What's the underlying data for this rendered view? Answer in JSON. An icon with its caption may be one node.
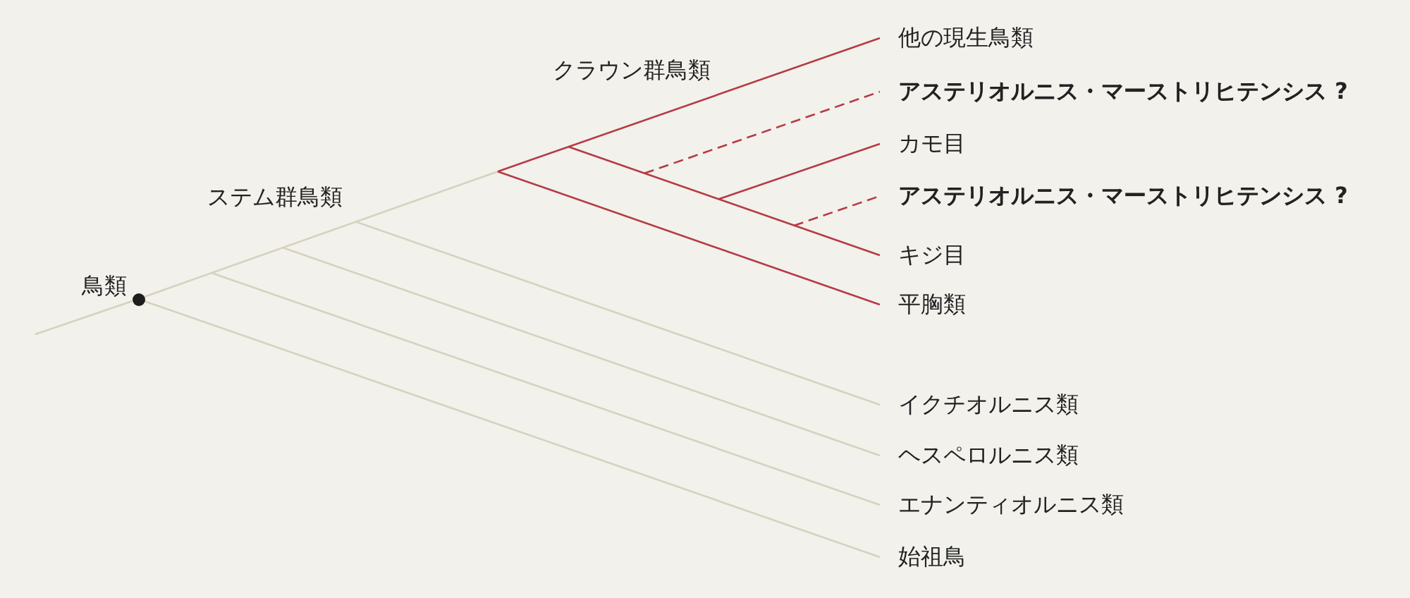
{
  "diagram": {
    "nodes": [
      {
        "text": [
          "他の現生鳥類"
        ]
      },
      {
        "text": [
          "アステリオルニス・マーストリヒテンシス ?"
        ]
      },
      {
        "text": [
          "カモ目"
        ]
      },
      {
        "text": [
          "アステリオルニス・マーストリヒテンシス ?"
        ]
      },
      {
        "text": [
          "キジ目"
        ]
      },
      {
        "text": [
          "平胸類"
        ]
      },
      {
        "text": [
          "イクチオルニス類"
        ]
      },
      {
        "text": [
          "ヘスペロルニス類"
        ]
      },
      {
        "text": [
          "エナンティオルニス類"
        ]
      },
      {
        "text": [
          "始祖鳥"
        ]
      },
      {
        "text": [],
        "shape": "circle",
        "beside": [
          "鳥類"
        ]
      }
    ],
    "edges": [
      {
        "from": null,
        "to": 10,
        "arrow": "none"
      },
      {
        "from": 10,
        "to": null,
        "arrow": "none"
      },
      {
        "from": 10,
        "to": 9,
        "arrow": "none"
      },
      {
        "from": null,
        "to": 8,
        "arrow": "none"
      },
      {
        "from": null,
        "to": 7,
        "arrow": "none"
      },
      {
        "from": null,
        "to": 6,
        "arrow": "none"
      },
      {
        "from": null,
        "to": 0,
        "arrow": "none",
        "color": "#b63a44"
      },
      {
        "from": null,
        "to": 5,
        "arrow": "none",
        "color": "#b63a44"
      },
      {
        "from": null,
        "to": 4,
        "arrow": "none",
        "color": "#b63a44"
      },
      {
        "from": null,
        "to": 1,
        "arrow": "none",
        "style": "dashed",
        "color": "#b63a44"
      },
      {
        "from": null,
        "to": 2,
        "arrow": "none",
        "color": "#b63a44"
      },
      {
        "from": null,
        "to": 3,
        "arrow": "none",
        "style": "dashed",
        "color": "#b63a44"
      }
    ],
    "labels": [
      "クラウン群鳥類",
      "ステム群鳥類"
    ]
  }
}
